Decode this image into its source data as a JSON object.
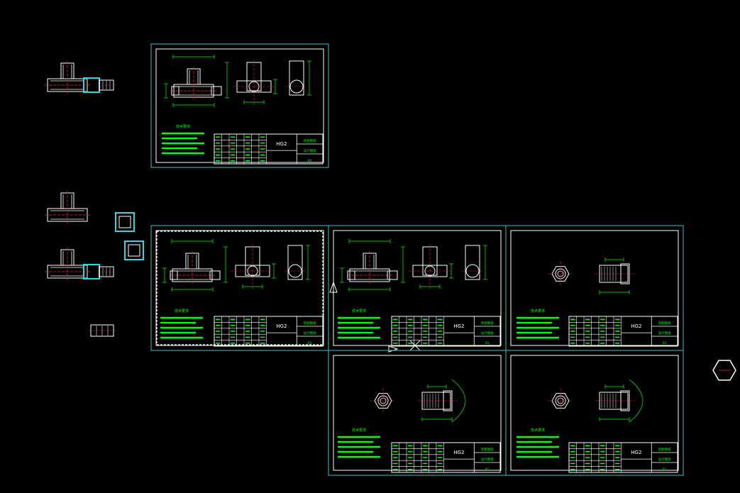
{
  "colors": {
    "background": "#000000",
    "geometry": "#ffffff",
    "dimension": "#00ff00",
    "sheet_border": "#3fbfbf",
    "centerline": "#ff2020",
    "selection": "#2bd9e6",
    "note_text": "#00ff00"
  },
  "sheets": [
    {
      "id": "sheet-1",
      "kind": "assembly",
      "title_block": {
        "name": "HG2",
        "right_top": "装配图纸",
        "right_mid": "设计图纸",
        "right_bot": "01"
      }
    },
    {
      "id": "sheet-2",
      "kind": "assembly",
      "title_block": {
        "name": "HG2",
        "right_top": "装配图纸",
        "right_mid": "设计图纸",
        "right_bot": "01"
      }
    },
    {
      "id": "sheet-3",
      "kind": "assembly",
      "title_block": {
        "name": "HG2",
        "right_top": "装配图纸",
        "right_mid": "设计图纸",
        "right_bot": "01"
      }
    },
    {
      "id": "sheet-4",
      "kind": "part",
      "title_block": {
        "name": "HG2",
        "right_top": "装配图纸",
        "right_mid": "设计图纸",
        "right_bot": "01"
      }
    },
    {
      "id": "sheet-5",
      "kind": "part",
      "title_block": {
        "name": "HG2",
        "right_top": "装配图纸",
        "right_mid": "设计图纸",
        "right_bot": "01"
      }
    },
    {
      "id": "sheet-6",
      "kind": "part",
      "title_block": {
        "name": "HG2",
        "right_top": "装配图纸",
        "right_mid": "设计图纸",
        "right_bot": "01"
      }
    }
  ],
  "notes_heading": "技术要求",
  "icons": {
    "hex_nut": "hexagon-icon",
    "tee_fitting": "tee-fitting-icon"
  }
}
